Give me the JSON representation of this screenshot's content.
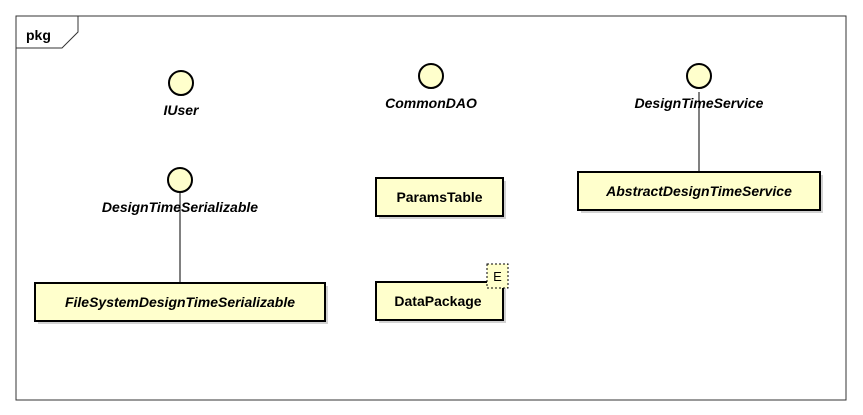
{
  "frame": {
    "label": "pkg"
  },
  "interfaces": {
    "iuser": "IUser",
    "common_dao": "CommonDAO",
    "design_time_service": "DesignTimeService",
    "design_time_serializable": "DesignTimeSerializable"
  },
  "classes": {
    "abstract_design_time_service": "AbstractDesignTimeService",
    "params_table": "ParamsTable",
    "file_system_design_time_serializable": "FileSystemDesignTimeSerializable",
    "data_package": "DataPackage"
  },
  "stereotype_badge": "E",
  "colors": {
    "element_fill": "#ffffcc",
    "shadow": "#d2d2d2",
    "line": "#000000",
    "frame_border": "#333333"
  }
}
